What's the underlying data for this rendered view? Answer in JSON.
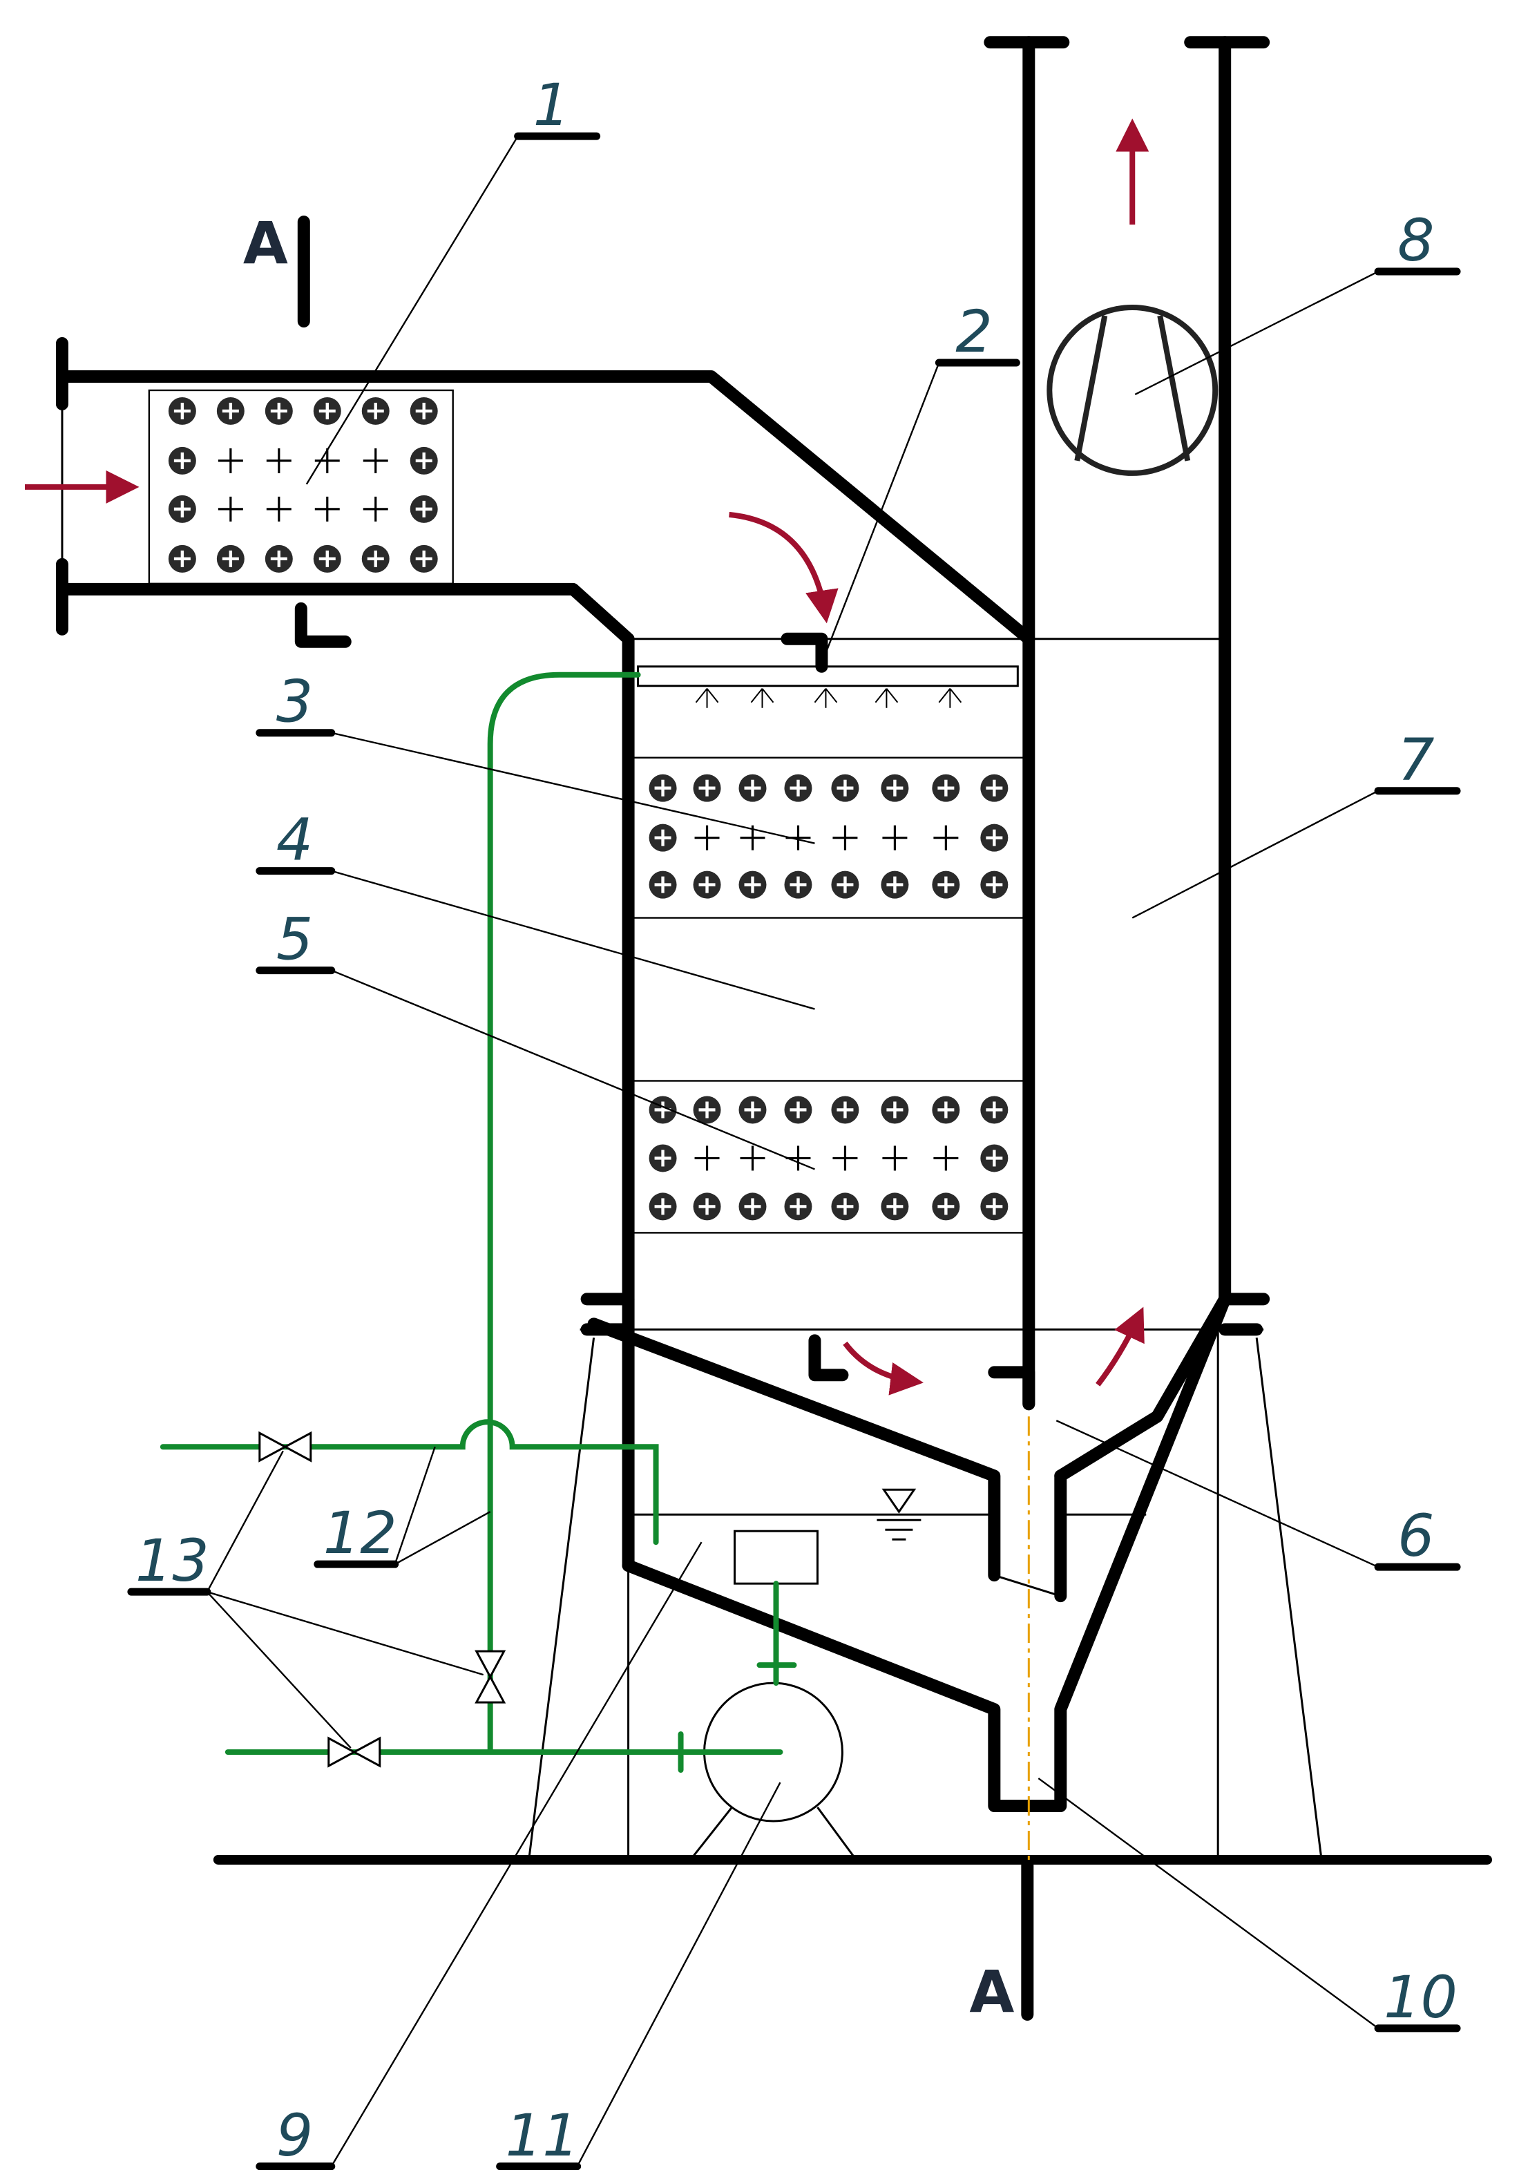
{
  "callouts": [
    {
      "id": "1",
      "label": "1"
    },
    {
      "id": "2",
      "label": "2"
    },
    {
      "id": "3",
      "label": "3"
    },
    {
      "id": "4",
      "label": "4"
    },
    {
      "id": "5",
      "label": "5"
    },
    {
      "id": "6",
      "label": "6"
    },
    {
      "id": "7",
      "label": "7"
    },
    {
      "id": "8",
      "label": "8"
    },
    {
      "id": "9",
      "label": "9"
    },
    {
      "id": "10",
      "label": "10"
    },
    {
      "id": "11",
      "label": "11"
    },
    {
      "id": "12",
      "label": "12"
    },
    {
      "id": "13",
      "label": "13"
    }
  ],
  "section": {
    "top_label": "A",
    "bottom_label": "A"
  },
  "colors": {
    "wall": "#000000",
    "pipe": "#128a2e",
    "flow_arrow": "#a0102e",
    "label_text": "#1f4a5a",
    "axis_line": "#e8a000",
    "filter_dot": "#2a2a2a"
  },
  "icons": {
    "fan": "fan-icon",
    "pump": "pump-icon",
    "valve": "valve-icon",
    "water_level": "water-level-icon",
    "filter_block": "filter-block-icon",
    "spray_nozzle": "spray-nozzle-icon"
  }
}
